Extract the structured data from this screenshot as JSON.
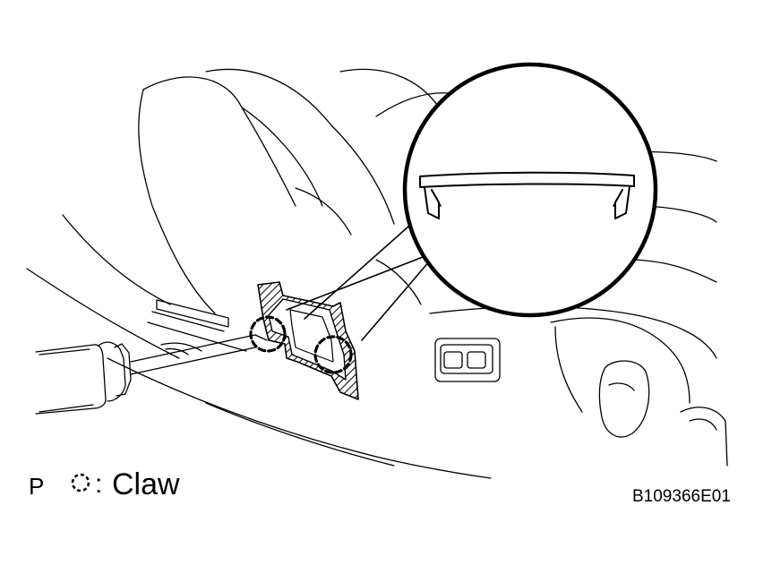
{
  "legend": {
    "prefix": "P",
    "colon": ":",
    "label": "Claw",
    "icon": "dashed-circle-claw-icon"
  },
  "figure": {
    "code": "B109366E01"
  }
}
